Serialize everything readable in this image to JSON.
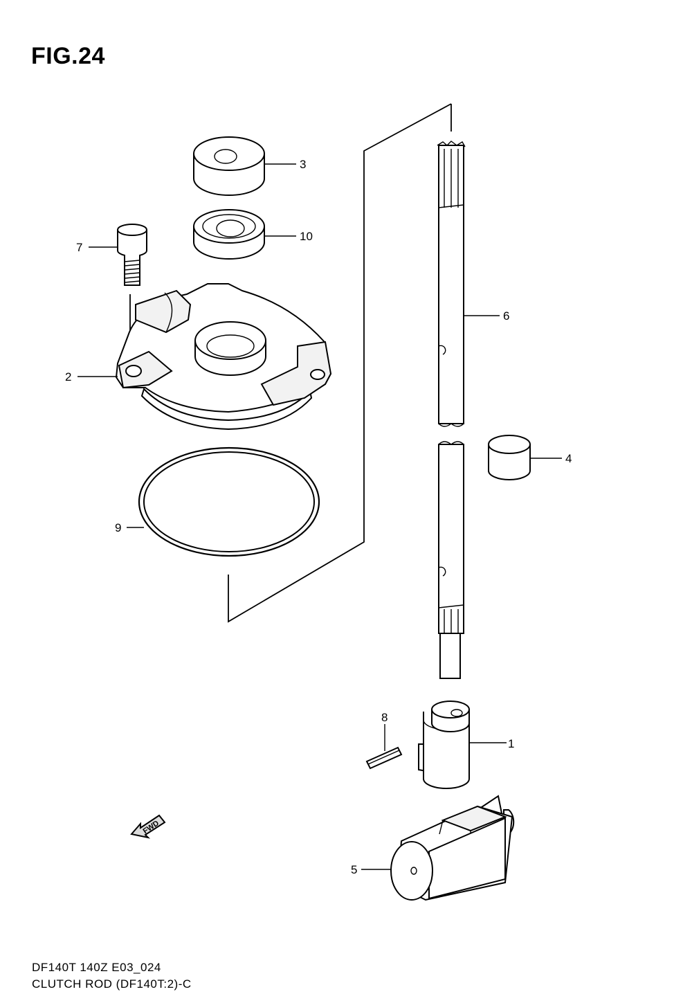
{
  "figure": {
    "title": "FIG.24",
    "footer_line1": "DF140T 140Z E03_024",
    "footer_line2": "CLUTCH ROD (DF140T:2)-C"
  },
  "callouts": {
    "p1": "1",
    "p2": "2",
    "p3": "3",
    "p4": "4",
    "p5": "5",
    "p6": "6",
    "p7": "7",
    "p8": "8",
    "p9": "9",
    "p10": "10"
  },
  "fwd_badge": "FWD",
  "icons": {
    "fwd": "fwd-arrow-icon"
  }
}
